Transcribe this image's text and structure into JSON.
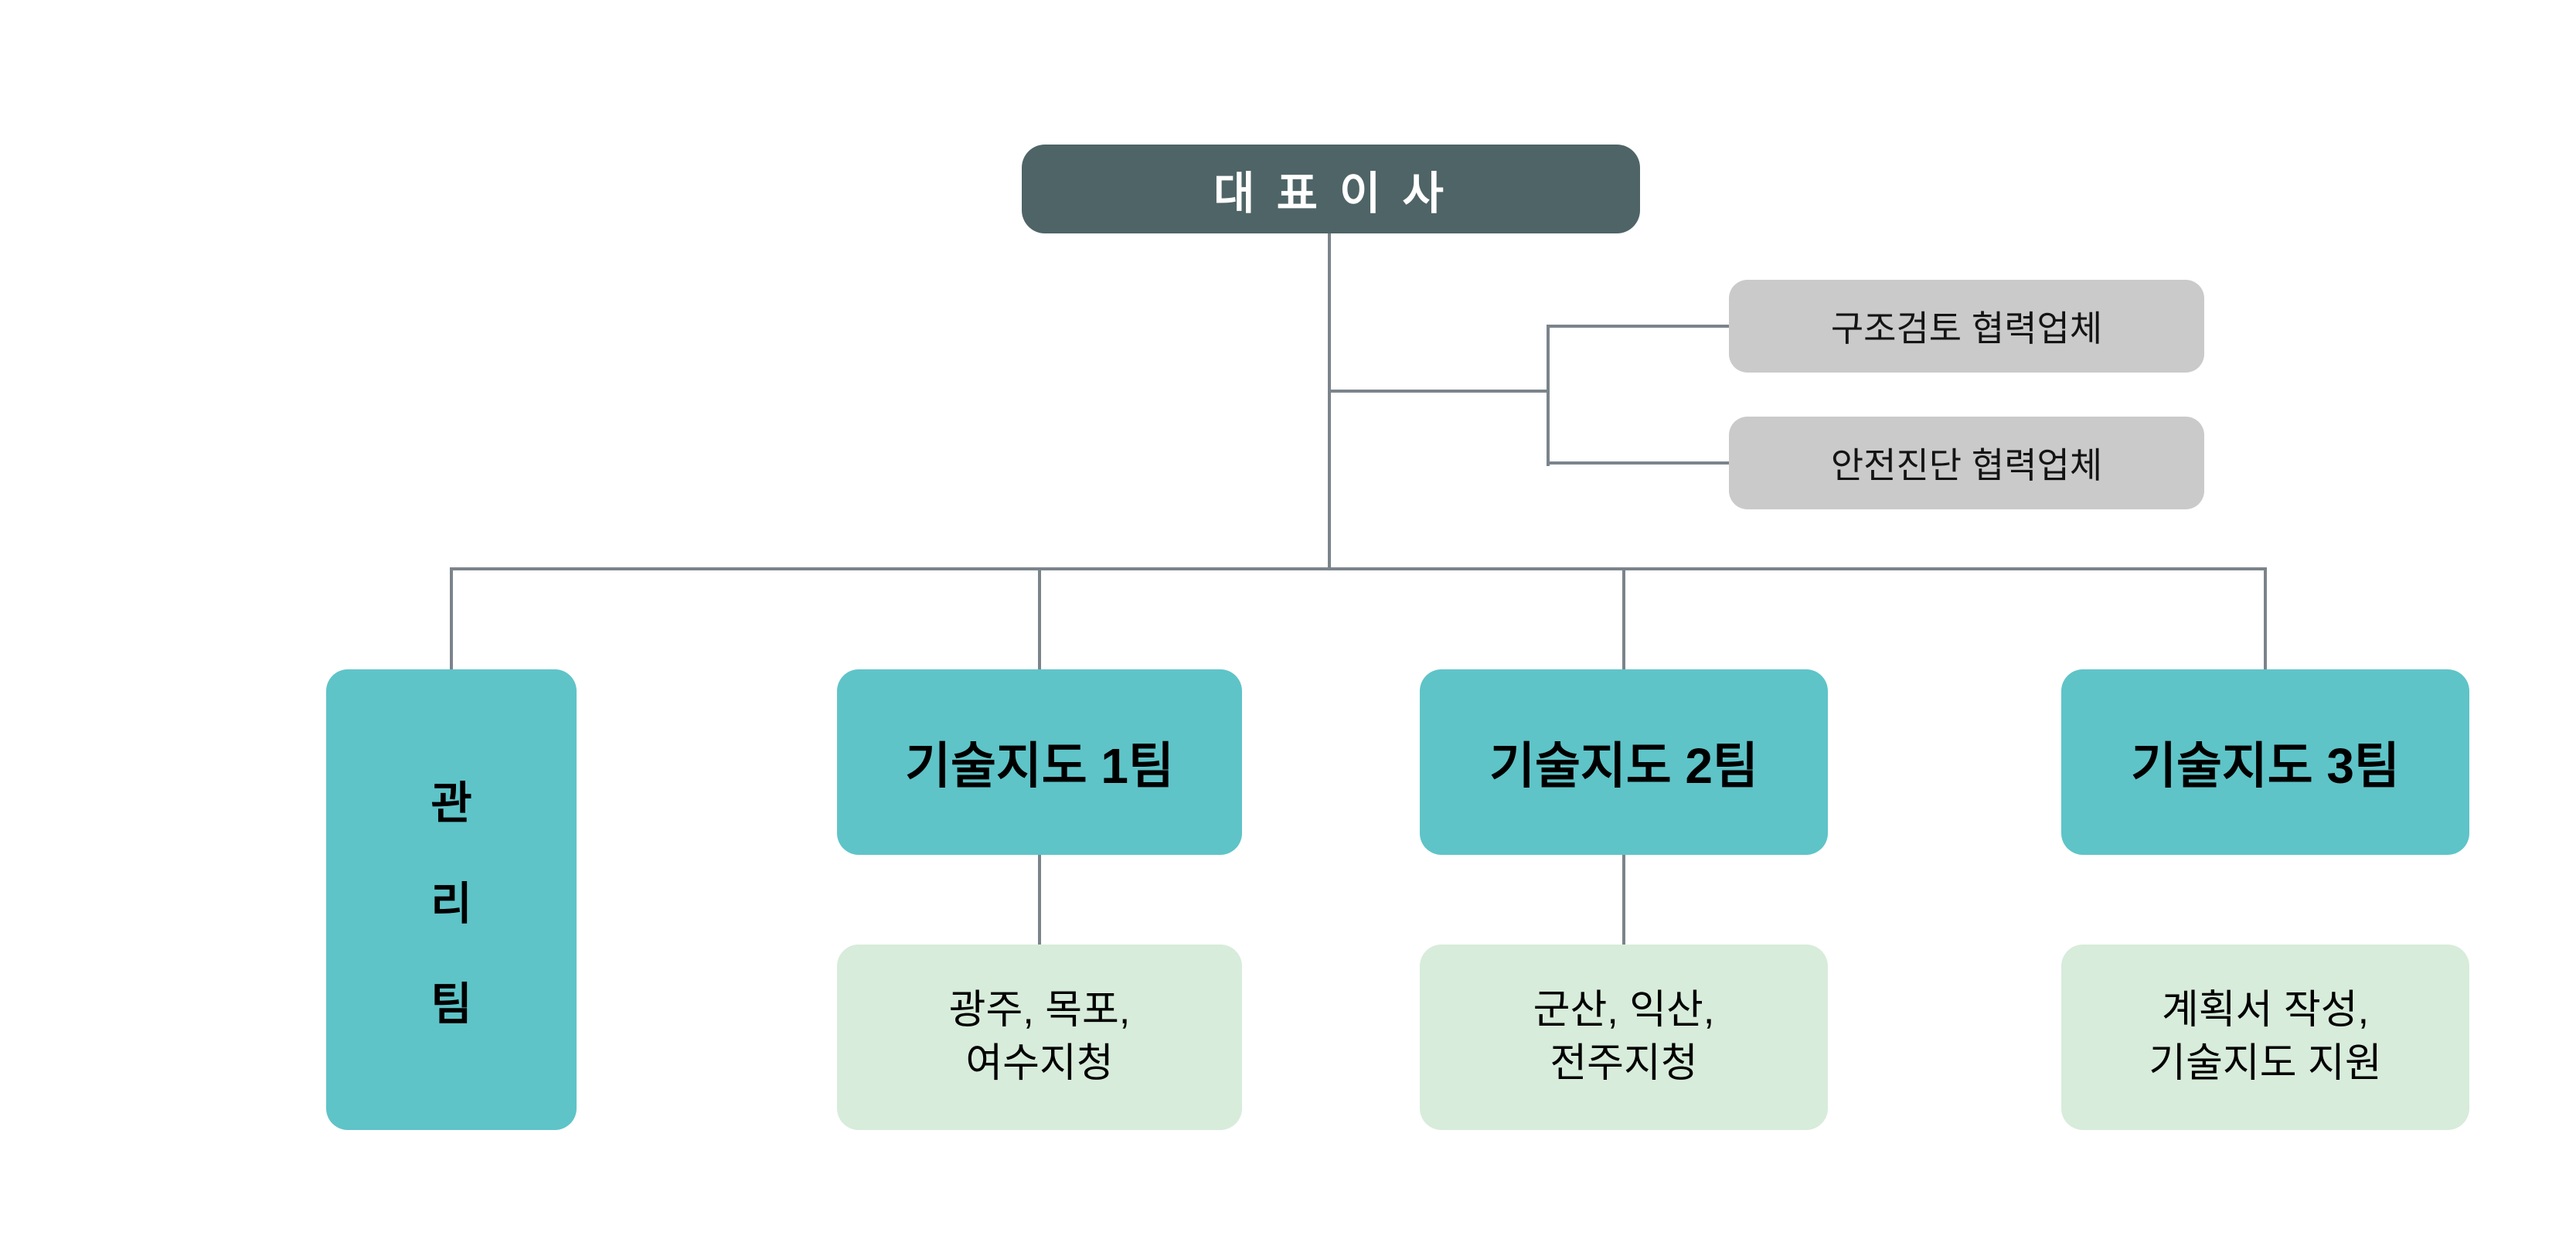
{
  "palette": {
    "ceo_bg": "#4f6466",
    "ceo_text": "#ffffff",
    "team_bg": "#5ec4c8",
    "team_text": "#000000",
    "sub_bg": "#d7ecda",
    "sub_text": "#000000",
    "partner_bg": "#cacaca",
    "partner_text": "#141414",
    "connector_line": "#7b848b",
    "canvas_bg": "#ffffff"
  },
  "org_chart": {
    "root": {
      "label": "대 표 이 사"
    },
    "partners": [
      {
        "label": "구조검토 협력업체"
      },
      {
        "label": "안전진단 협력업체"
      }
    ],
    "management_team": {
      "label": "관리팀",
      "chars": [
        "관",
        "리",
        "팀"
      ]
    },
    "teams": [
      {
        "label": "기술지도 1팀",
        "sub_line1": "광주, 목포,",
        "sub_line2": "여수지청"
      },
      {
        "label": "기술지도 2팀",
        "sub_line1": "군산, 익산,",
        "sub_line2": "전주지청"
      },
      {
        "label": "기술지도 3팀",
        "sub_line1": "계획서 작성,",
        "sub_line2": "기술지도 지원"
      }
    ]
  }
}
